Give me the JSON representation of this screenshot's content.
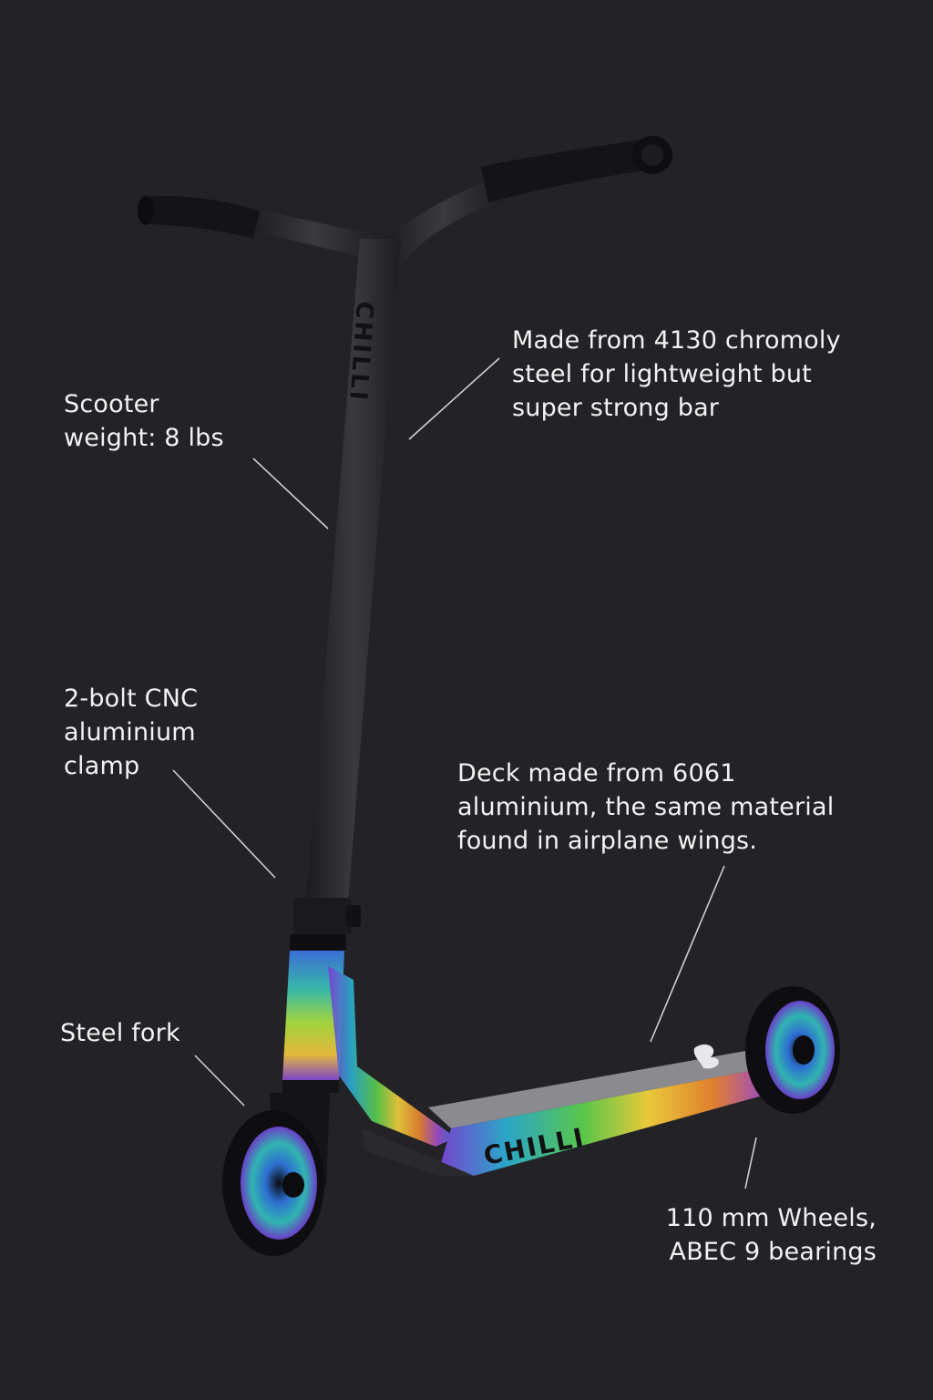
{
  "colors": {
    "background": "#232327",
    "bar": "#2b2b2f",
    "grip": "#141416",
    "text": "#f2f2f2",
    "leader": "#cfcfcf"
  },
  "icons": {
    "brand_logo": "chilli-flame-icon"
  },
  "callouts": {
    "bar_material": {
      "lines": [
        "Made from 4130 chromoly",
        "steel for lightweight but",
        "super strong bar"
      ]
    },
    "weight": {
      "lines": [
        "Scooter",
        "weight: 8 lbs"
      ]
    },
    "clamp": {
      "lines": [
        "2-bolt CNC",
        "aluminium",
        "clamp"
      ]
    },
    "deck": {
      "lines": [
        "Deck made from 6061",
        "aluminium, the same material",
        "found in airplane wings."
      ]
    },
    "fork": {
      "lines": [
        "Steel fork"
      ]
    },
    "wheels": {
      "lines": [
        "110 mm Wheels,",
        "ABEC 9 bearings"
      ]
    }
  },
  "branding": {
    "deck_logo_text": "CHILLI",
    "bar_logo_text": "CHILLI"
  }
}
